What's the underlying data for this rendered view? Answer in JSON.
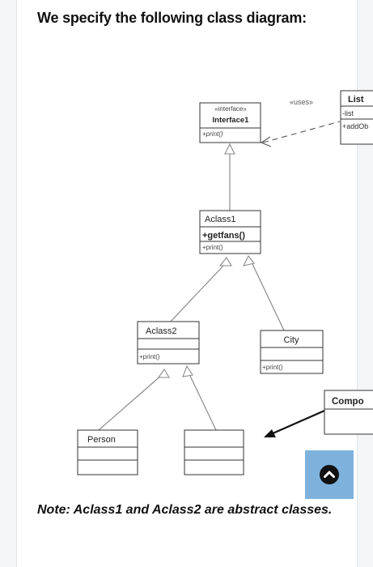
{
  "heading": "We specify the following class diagram:",
  "diagram": {
    "interface1": {
      "stereotype": "«interface»",
      "name": "Interface1",
      "method": "+print()"
    },
    "list": {
      "name": "List",
      "attribute": "-list",
      "method": "+addOb"
    },
    "uses_label": "«uses»",
    "aclass1": {
      "name": "Aclass1",
      "method1": "+getfans()",
      "method2": "+print()"
    },
    "aclass2": {
      "name": "Aclass2",
      "method": "+print()"
    },
    "city": {
      "name": "City",
      "method": "+print()"
    },
    "person": {
      "name": "Person"
    },
    "comp": {
      "name": "Compo"
    }
  },
  "note": "Note: Aclass1 and Aclass2 are abstract classes.",
  "colors": {
    "button": "#7eb2dd",
    "lines": "#888888",
    "box": "#333333"
  },
  "icons": {
    "scroll_button": "chevron-up-icon"
  }
}
